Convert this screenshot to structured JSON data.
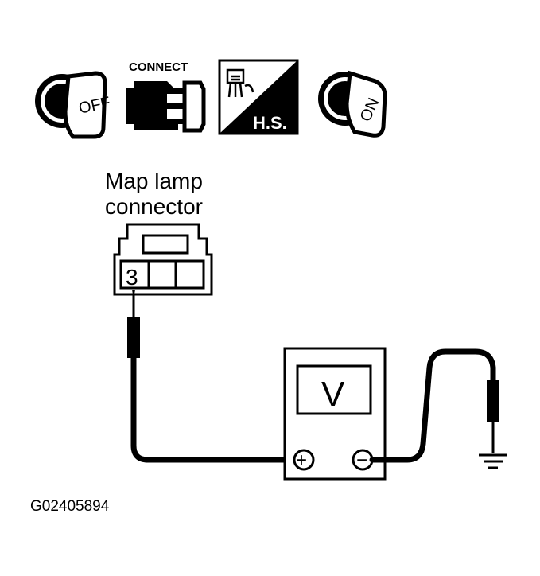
{
  "icons": [
    {
      "name": "ignition-off-icon",
      "text": "OFF"
    },
    {
      "name": "connect-icon",
      "text": "CONNECT"
    },
    {
      "name": "harness-sign-icon",
      "text": "H.S."
    },
    {
      "name": "ignition-on-icon",
      "text": "ON"
    }
  ],
  "connector": {
    "label_line1": "Map lamp",
    "label_line2": "connector",
    "terminal": "3"
  },
  "meter": {
    "display": "V",
    "positive": "+",
    "negative": "−"
  },
  "figure_id": "G02405894",
  "colors": {
    "ink": "#000000",
    "paper": "#ffffff"
  }
}
